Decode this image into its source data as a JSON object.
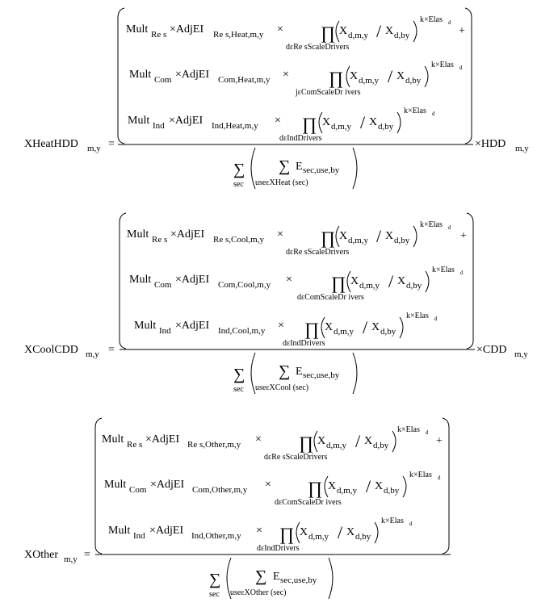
{
  "equations": [
    {
      "id": "heat",
      "lhs_main": "XHeatHDD",
      "lhs_sub": "m,y",
      "rhs_main": "×HDD",
      "rhs_sub": "m,y",
      "rows": [
        {
          "mult": "Mult",
          "sector": "Re s",
          "adj": "×AdjEI",
          "adj_sub": "Re s,Heat,m,y",
          "times": "×",
          "prod_set": "dεRe sScaleDrivers",
          "x1_sub": "d,m,y",
          "x2_sub": "d,by",
          "exp": "k×Elas",
          "exp_sub": "d",
          "tail": "+"
        },
        {
          "mult": "Mult",
          "sector": "Com",
          "adj": "×AdjEI",
          "adj_sub": "Com,Heat,m,y",
          "times": "×",
          "prod_set": "jεComScaleDr ivers",
          "x1_sub": "d,m,y",
          "x2_sub": "d,by",
          "exp": "k×Elas",
          "exp_sub": "d",
          "tail": ""
        },
        {
          "mult": "Mult",
          "sector": "Ind",
          "adj": "×AdjEI",
          "adj_sub": "Ind,Heat,m,y",
          "times": "×",
          "prod_set": "dεIndDrivers",
          "x1_sub": "d,m,y",
          "x2_sub": "d,by",
          "exp": "k×Elas",
          "exp_sub": "d",
          "tail": ""
        }
      ],
      "den_outer": "sec",
      "den_inner": "useεXHeat (sec)",
      "den_e_sub": "sec,use,by"
    },
    {
      "id": "cool",
      "lhs_main": "XCoolCDD",
      "lhs_sub": "m,y",
      "rhs_main": "×CDD",
      "rhs_sub": "m,y",
      "rows": [
        {
          "mult": "Mult",
          "sector": "Re s",
          "adj": "×AdjEI",
          "adj_sub": "Re s,Cool,m,y",
          "times": "×",
          "prod_set": "dεRe sScaleDrivers",
          "x1_sub": "d,m,y",
          "x2_sub": "d,by",
          "exp": "k×Elas",
          "exp_sub": "d",
          "tail": "+"
        },
        {
          "mult": "Mult",
          "sector": "Com",
          "adj": "×AdjEI",
          "adj_sub": "Com,Cool,m,y",
          "times": "×",
          "prod_set": "dεComScaleDr ivers",
          "x1_sub": "d,m,y",
          "x2_sub": "d,by",
          "exp": "k×Elas",
          "exp_sub": "d",
          "tail": ""
        },
        {
          "mult": "Mult",
          "sector": "Ind",
          "adj": "×AdjEI",
          "adj_sub": "Ind,Cool,m,y",
          "times": "×",
          "prod_set": "dεIndDrivers",
          "x1_sub": "d,m,y",
          "x2_sub": "d,by",
          "exp": "k×Elas",
          "exp_sub": "d",
          "tail": ""
        }
      ],
      "den_outer": "sec",
      "den_inner": "useεXCool (sec)",
      "den_e_sub": "sec,use,by"
    },
    {
      "id": "other",
      "lhs_main": "XOther",
      "lhs_sub": "m,y",
      "rhs_main": "",
      "rhs_sub": "",
      "rows": [
        {
          "mult": "Mult",
          "sector": "Re s",
          "adj": "×AdjEI",
          "adj_sub": "Re s,Other,m,y",
          "times": "×",
          "prod_set": "dεRe sScaleDrivers",
          "x1_sub": "d,m,y",
          "x2_sub": "d,by",
          "exp": "k×Elas",
          "exp_sub": "d",
          "tail": "+"
        },
        {
          "mult": "Mult",
          "sector": "Com",
          "adj": "×AdjEI",
          "adj_sub": "Com,Other,m,y",
          "times": "×",
          "prod_set": "dεComScaleDr ivers",
          "x1_sub": "d,m,y",
          "x2_sub": "d,by",
          "exp": "k×Elas",
          "exp_sub": "d",
          "tail": ""
        },
        {
          "mult": "Mult",
          "sector": "Ind",
          "adj": "×AdjEI",
          "adj_sub": "Ind,Other,m,y",
          "times": "×",
          "prod_set": "dεIndDrivers",
          "x1_sub": "d,m,y",
          "x2_sub": "d,by",
          "exp": "k×Elas",
          "exp_sub": "d",
          "tail": ""
        }
      ],
      "den_outer": "sec",
      "den_inner": "useεXOther (sec)",
      "den_e_sub": "sec,use,by"
    }
  ],
  "symbols": {
    "prod": "∏",
    "sum": "∑",
    "x": "X",
    "e": "E",
    "slash": "/",
    "eq": "="
  }
}
